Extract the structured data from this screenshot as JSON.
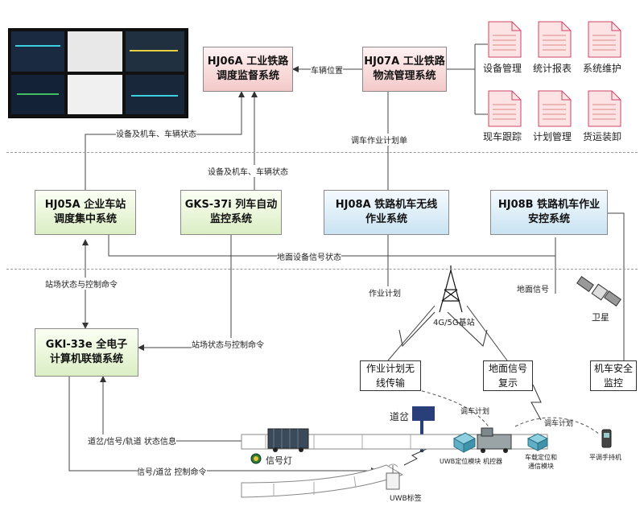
{
  "boxes": {
    "hj06a": "HJ06A 工业铁路\n调度监督系统",
    "hj07a": "HJ07A 工业铁路\n物流管理系统",
    "hj05a": "HJ05A 企业车站\n调度集中系统",
    "gks37i": "GKS-37i 列车自动\n监控系统",
    "hj08a": "HJ08A 铁路机车无线\n作业系统",
    "hj08b": "HJ08B 铁路机车作业\n安控系统",
    "gki33e": "GKI-33e 全电子\n计算机联锁系统",
    "plan_tx": "作业计划无\n线传输",
    "signal_rep": "地面信号\n复示",
    "loco_safety": "机车安全\n监控"
  },
  "docs": [
    "设备管理",
    "统计报表",
    "系统维护",
    "现车跟踪",
    "计划管理",
    "货运装卸"
  ],
  "labels": {
    "vehicle_pos": "车辆位置",
    "equip_status_1": "设备及机车、车辆状态",
    "equip_status_2": "设备及机车、车辆状态",
    "shunting_plan_doc": "调车作业计划单",
    "ground_signal_status": "地面设备信号状态",
    "station_ctrl_1": "站场状态与控制命令",
    "station_ctrl_2": "站场状态与控制命令",
    "work_plan": "作业计划",
    "ground_signal": "地面信号",
    "base_station": "4G/5G基站",
    "satellite": "卫星",
    "switch": "道岔",
    "signal_lamp": "信号灯",
    "switch_info": "道岔/信号/轨道 状态信息",
    "signal_cmd": "信号/道岔 控制命令",
    "shunting_plan_1": "调车计划",
    "shunting_plan_2": "调车计划",
    "uwb_module": "UWB定位模块",
    "controller": "机控器",
    "onboard": "车载定位和\n通信模块",
    "handheld": "平调手持机",
    "uwb_tag": "UWB标签"
  }
}
